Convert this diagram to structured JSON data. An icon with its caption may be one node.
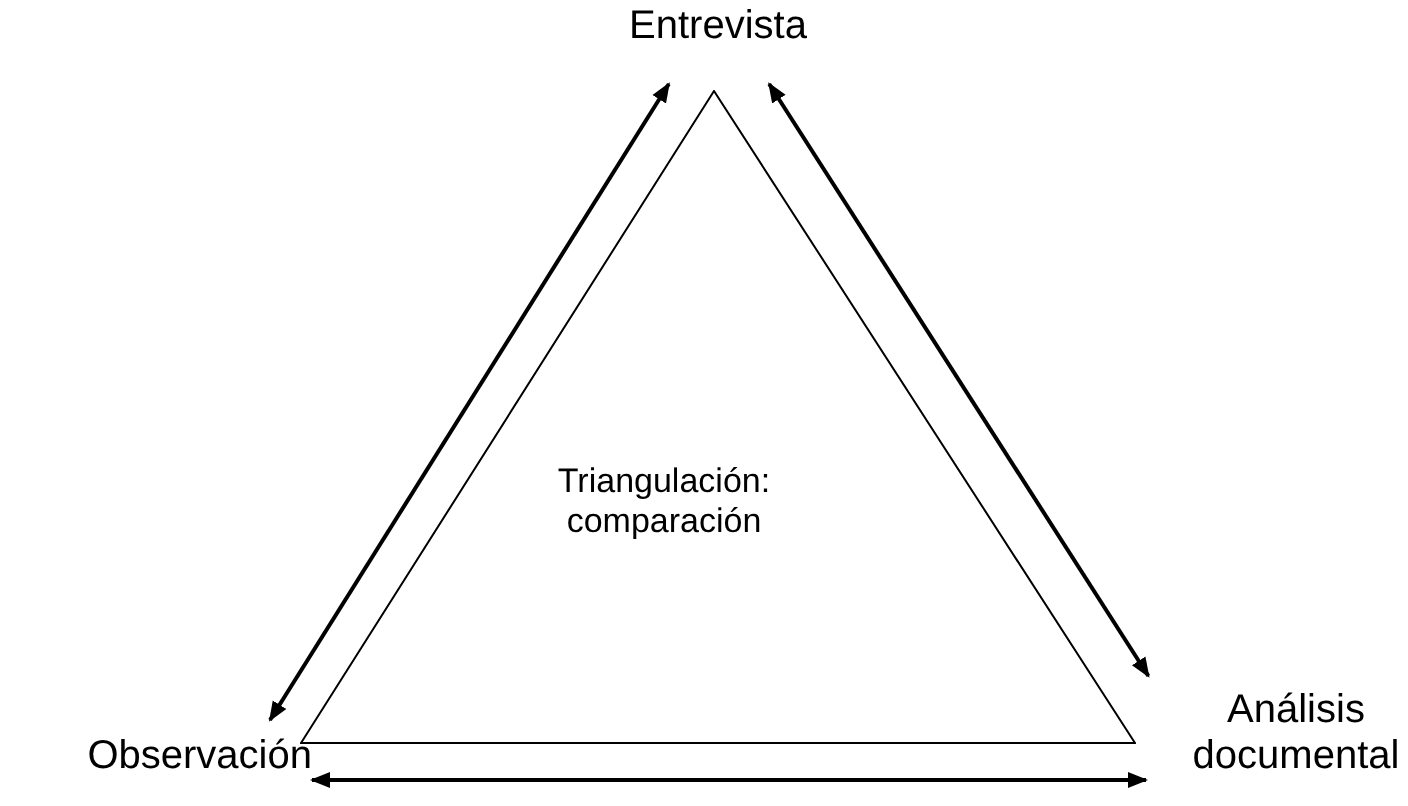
{
  "diagram": {
    "nodes": [
      {
        "text": [
          "Entrevista"
        ]
      },
      {
        "text": [
          "Triangulación: comparación"
        ]
      },
      {
        "text": [
          "Observación"
        ]
      },
      {
        "text": [
          "Análisis documental"
        ]
      }
    ],
    "edges": [
      {
        "from": 0,
        "to": 2,
        "arrow": "both"
      },
      {
        "from": 0,
        "to": 3,
        "arrow": "both"
      },
      {
        "from": 2,
        "to": 3,
        "arrow": "both"
      }
    ]
  }
}
